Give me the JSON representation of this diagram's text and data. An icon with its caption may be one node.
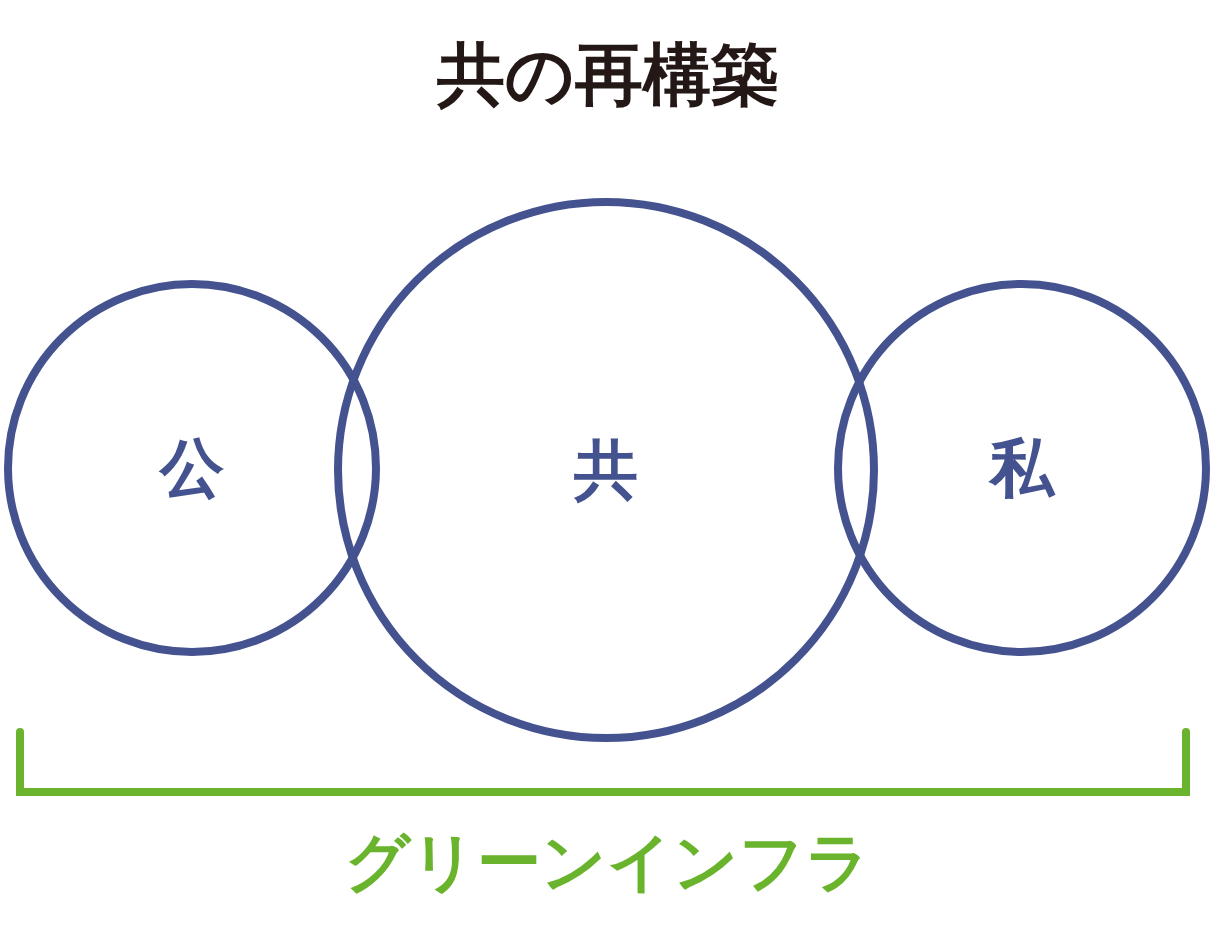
{
  "diagram": {
    "title": "共の再構築",
    "nodes": [
      {
        "text": [
          "公"
        ]
      },
      {
        "text": [
          "共"
        ]
      },
      {
        "text": [
          "私"
        ]
      }
    ],
    "labels": [
      "グリーンインフラ"
    ]
  }
}
